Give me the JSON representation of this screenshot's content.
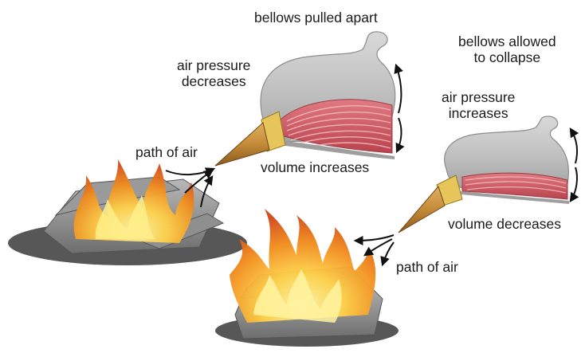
{
  "labels": {
    "top_bellows_pulled": "bellows pulled apart",
    "top_air_pressure": "air pressure\ndecreases",
    "top_path_of_air": "path of air",
    "top_volume": "volume increases",
    "right_bellows_collapse": "bellows allowed\nto collapse",
    "right_air_pressure": "air pressure\nincreases",
    "right_volume": "volume decreases",
    "bottom_path_of_air": "path of air"
  },
  "colors": {
    "bellows_body": "#bdbdbd",
    "bellows_pleats": "#c9555e",
    "nozzle_brass": "#c48a38",
    "nozzle_collar": "#e6c65a",
    "flame_outer": "#f08a1c",
    "flame_inner": "#ffe46a",
    "log": "#8a8a8a",
    "ash": "#3a3a3a",
    "arrow": "#111111"
  },
  "icons": [
    "bellows-icon",
    "fire-icon",
    "log-icon",
    "arrow-icon"
  ]
}
